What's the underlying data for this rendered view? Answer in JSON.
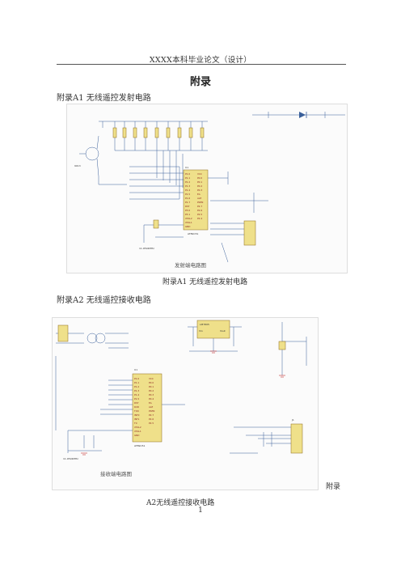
{
  "header": {
    "text": "XXXX本科毕业论文（设计）"
  },
  "title": "附录",
  "section_a1": {
    "heading": "附录A1 无线遥控发射电路",
    "figure_label": "发射端电路图",
    "caption": "附录A1  无线遥控发射电路"
  },
  "section_a2": {
    "heading": "附录A2 无线遥控接收电路",
    "figure_label": "接收端电路图",
    "caption_tail": "附录",
    "caption": "A2无线遥控接收电路"
  },
  "page_number": "1"
}
